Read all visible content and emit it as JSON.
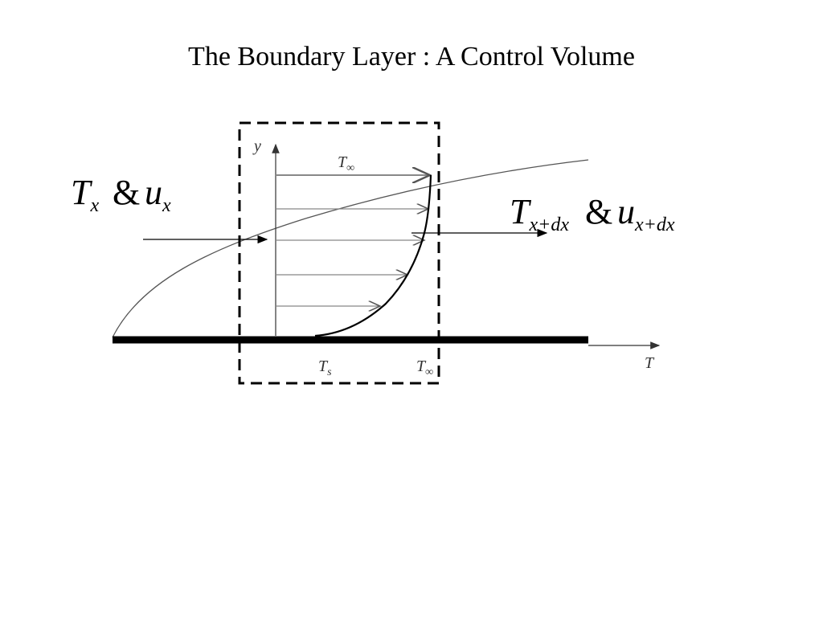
{
  "slide": {
    "title": "The Boundary Layer : A Control Volume"
  },
  "diagram": {
    "axis_y_label": "y",
    "axis_t_label": "T",
    "t_inf_top": "T",
    "t_inf_top_sub": "∞",
    "t_s": "T",
    "t_s_sub": "s",
    "t_inf_bottom": "T",
    "t_inf_bottom_sub": "∞",
    "inlet": {
      "t": "T",
      "t_sub": "x",
      "amp": "&",
      "u": "u",
      "u_sub": "x"
    },
    "outlet": {
      "t": "T",
      "t_sub": "x+dx",
      "amp": "&",
      "u": "u",
      "u_sub": "x+dx"
    }
  }
}
